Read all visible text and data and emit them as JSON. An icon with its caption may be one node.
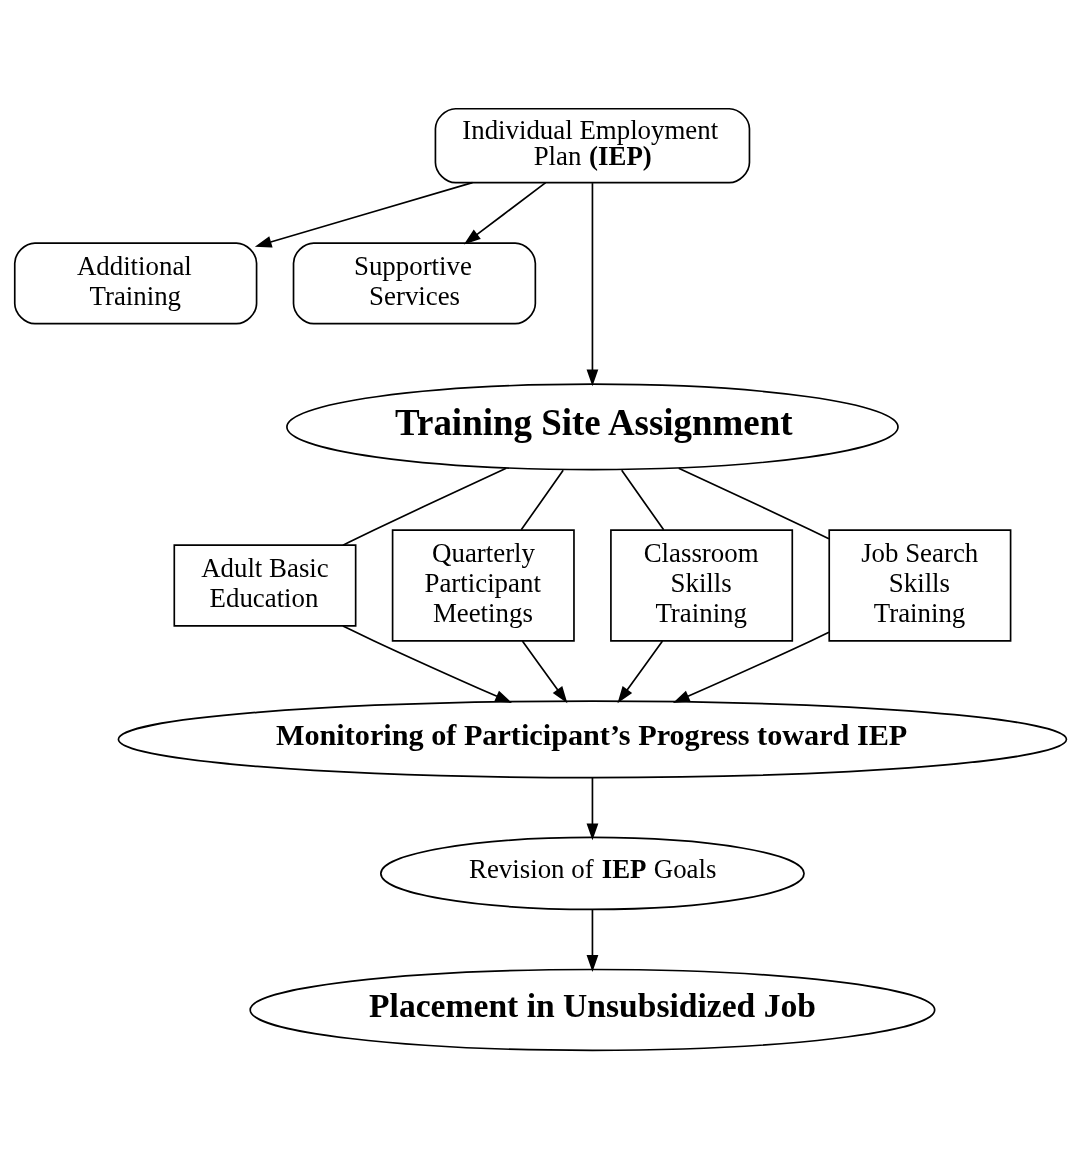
{
  "diagram": {
    "nodes": [
      {
        "text": [
          "Individual Employment Plan **(IEP)**"
        ]
      },
      {
        "text": [
          "Additional Training"
        ]
      },
      {
        "text": [
          "Supportive Services"
        ]
      },
      {
        "text": [
          "Training Site Assignment"
        ]
      },
      {
        "text": [
          "Adult Basic Education"
        ]
      },
      {
        "text": [
          "Quarterly Participant Meetings"
        ]
      },
      {
        "text": [
          "Classroom Skills Training"
        ]
      },
      {
        "text": [
          "Job Search Skills Training"
        ]
      },
      {
        "text": [
          "Monitoring of Participant’s Progress toward IEP"
        ]
      },
      {
        "text": [
          "Revision of **IEP** Goals"
        ]
      },
      {
        "text": [
          "Placement in Unsubsidized Job"
        ]
      }
    ],
    "edges": [
      {
        "from": 0,
        "to": 1,
        "arrow": "to"
      },
      {
        "from": 0,
        "to": 3,
        "arrow": "to"
      },
      {
        "from": 0,
        "to": 2,
        "arrow": "to"
      },
      {
        "from": 3,
        "to": 4,
        "arrow": "none"
      },
      {
        "from": 3,
        "to": 5,
        "arrow": "none"
      },
      {
        "from": 3,
        "to": 6,
        "arrow": "none"
      },
      {
        "from": 3,
        "to": 7,
        "arrow": "none"
      },
      {
        "from": 4,
        "to": 8,
        "arrow": "to"
      },
      {
        "from": 5,
        "to": 8,
        "arrow": "to"
      },
      {
        "from": 6,
        "to": 8,
        "arrow": "to"
      },
      {
        "from": 7,
        "to": 8,
        "arrow": "to"
      },
      {
        "from": 8,
        "to": 9,
        "arrow": "to"
      },
      {
        "from": 9,
        "to": 10,
        "arrow": "to"
      }
    ]
  }
}
